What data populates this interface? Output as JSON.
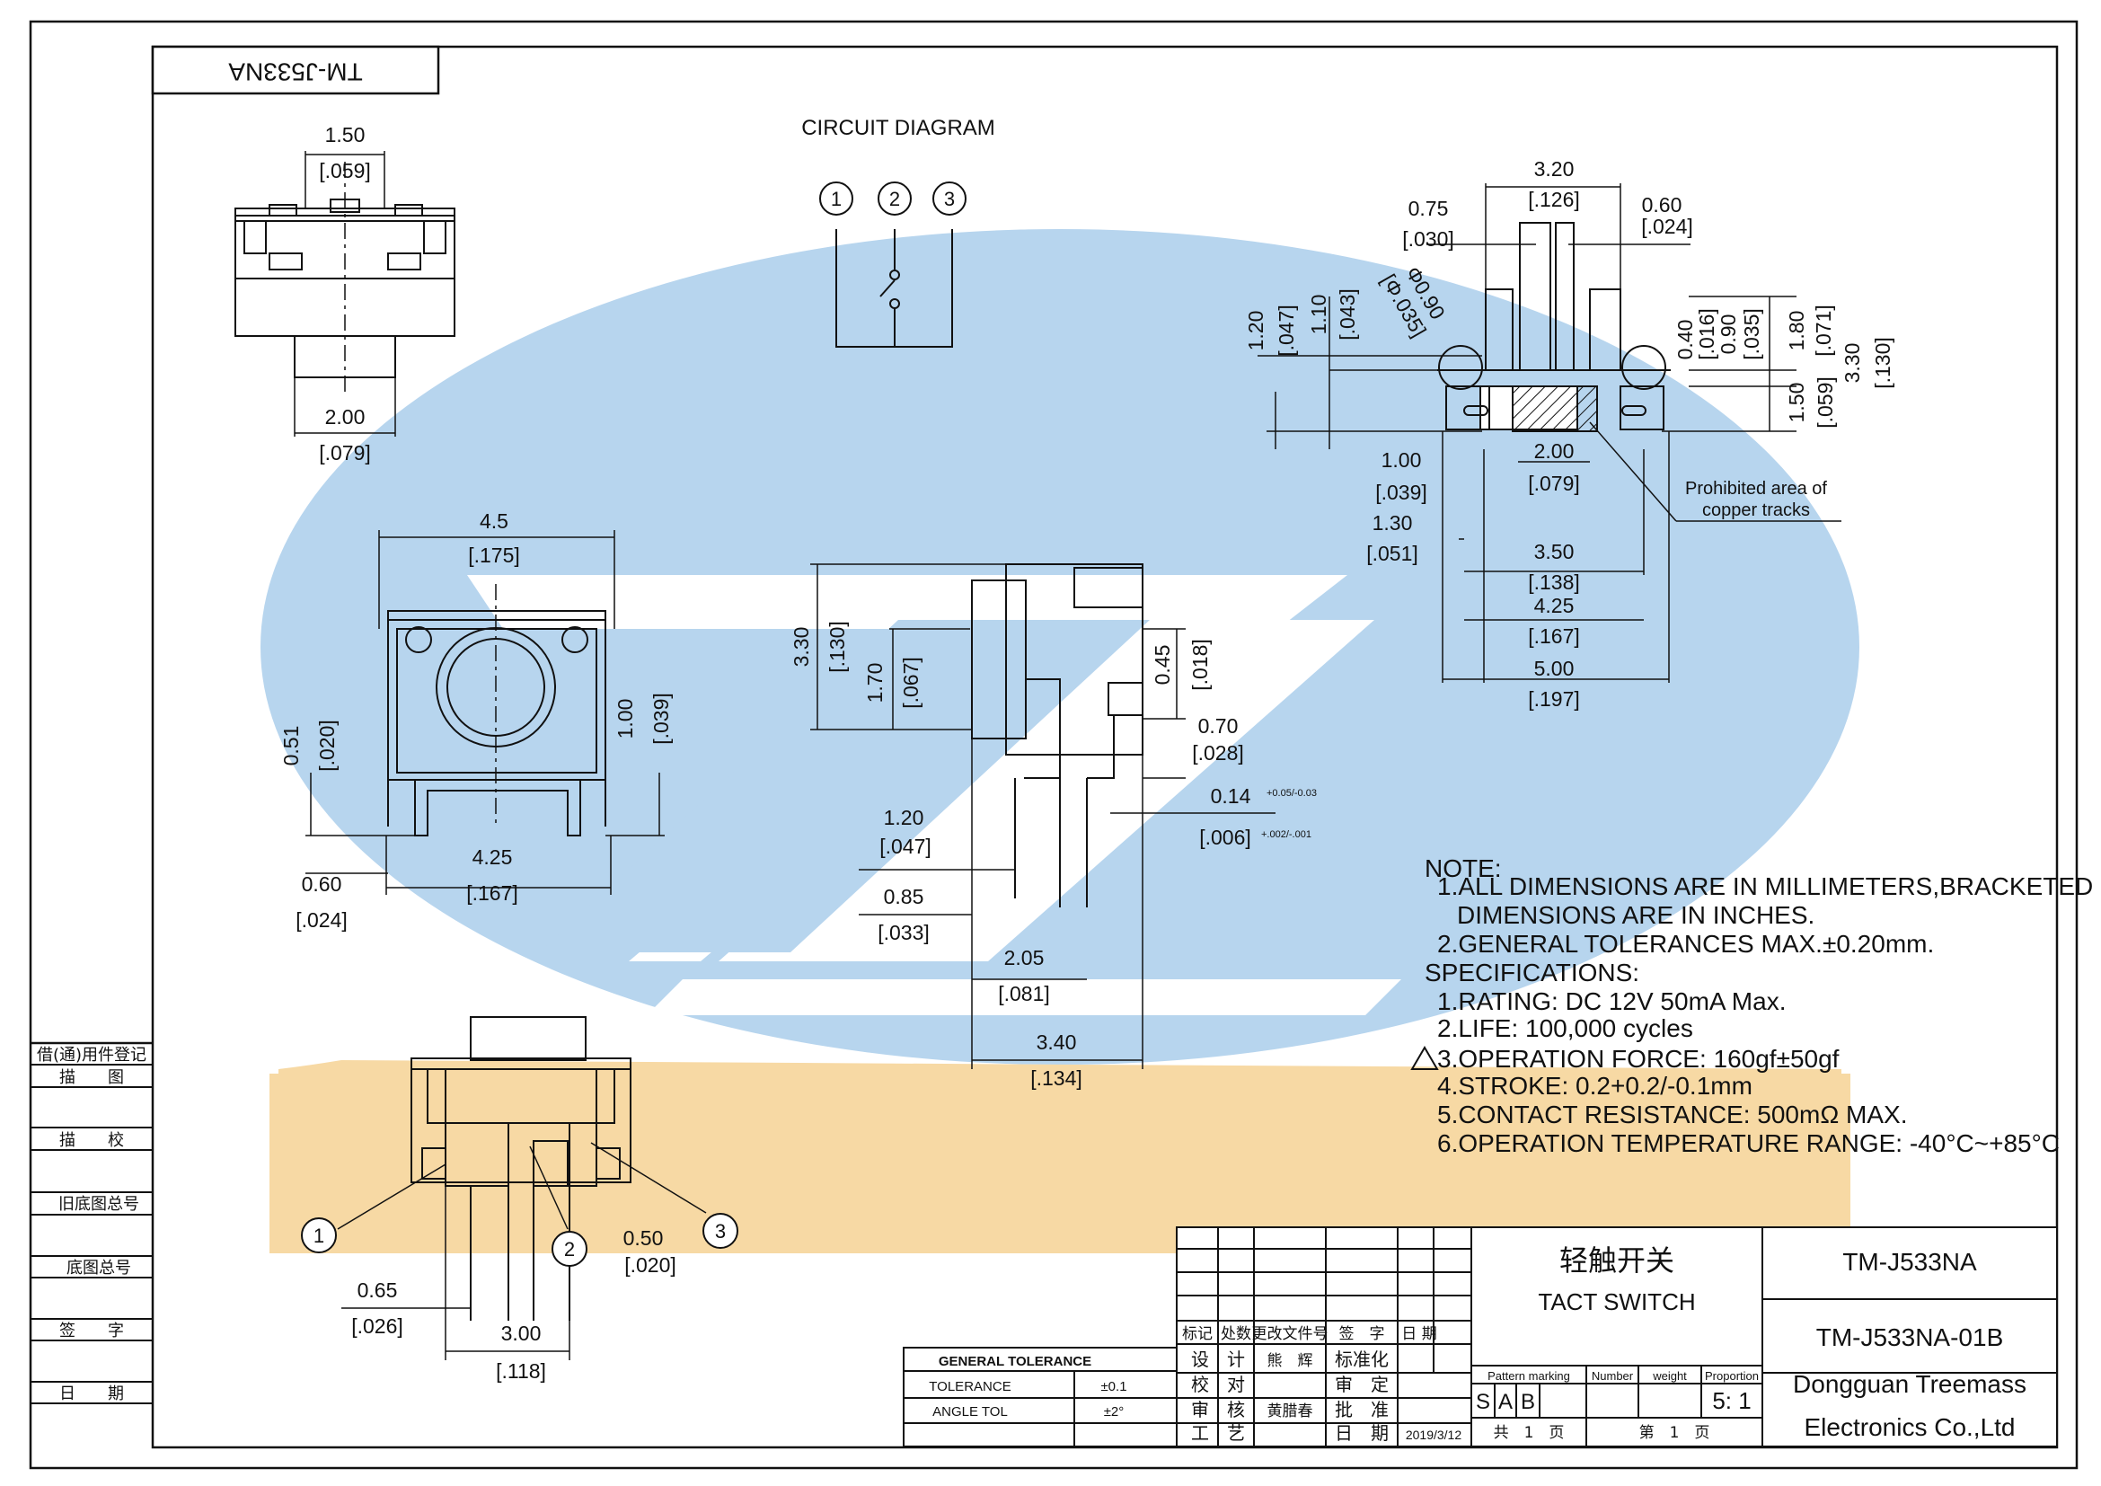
{
  "sheet": {
    "part_label_top": "TM-J533NA",
    "circuit_title": "CIRCUIT DIAGRAM",
    "pins": [
      "1",
      "2",
      "3"
    ],
    "prohibited_note": [
      "Prohibited area of",
      "copper tracks"
    ]
  },
  "top_view": {
    "w1": "1.50",
    "w1_in": "[.059]",
    "w2": "2.00",
    "w2_in": "[.079]"
  },
  "front_view": {
    "width": "4.5",
    "width_in": "[.175]",
    "h1": "0.51",
    "h1_in": "[.020]",
    "h2": "1.00",
    "h2_in": "[.039]",
    "pitch": "4.25",
    "pitch_in": "[.167]",
    "lead": "0.60",
    "lead_in": "[.024]"
  },
  "side_view": {
    "height": "3.30",
    "height_in": "[.130]",
    "h170": "1.70",
    "h170_in": "[.067]",
    "h045": "0.45",
    "h045_in": "[.018]",
    "h070": "0.70",
    "h070_in": "[.028]",
    "t014": "0.14",
    "t014_tol": "+0.05/-0.03",
    "t014_in": "[.006]",
    "t014_in_tol": "+.002/-.001",
    "d120": "1.20",
    "d120_in": "[.047]",
    "d085": "0.85",
    "d085_in": "[.033]",
    "d205": "2.05",
    "d205_in": "[.081]",
    "d340": "3.40",
    "d340_in": "[.134]"
  },
  "pcb_layout": {
    "d320": "3.20",
    "d320_in": "[.126]",
    "d075": "0.75",
    "d075_in": "[.030]",
    "d060": "0.60",
    "d060_in": "[.024]",
    "d120": "1.20",
    "d120_in": "[.047]",
    "d110": "1.10",
    "d110_in": "[.043]",
    "phi": "Φ0.90",
    "phi_in": "[Φ.035]",
    "d040": "0.40",
    "d040_in": "[.016]",
    "d090": "0.90",
    "d090_in": "[.035]",
    "d180": "1.80",
    "d180_in": "[.071]",
    "d330": "3.30",
    "d330_in": "[.130]",
    "d150": "1.50",
    "d150_in": "[.059]",
    "d200": "2.00",
    "d200_in": "[.079]",
    "d100": "1.00",
    "d100_in": "[.039]",
    "d130": "1.30",
    "d130_in": "[.051]",
    "d350": "3.50",
    "d350_in": "[.138]",
    "d425": "4.25",
    "d425_in": "[.167]",
    "d500": "5.00",
    "d500_in": "[.197]"
  },
  "bottom_view": {
    "d065": "0.65",
    "d065_in": "[.026]",
    "d300": "3.00",
    "d300_in": "[.118]",
    "d050": "0.50",
    "d050_in": "[.020]"
  },
  "notes": {
    "heading": "NOTE:",
    "l1a": "1.ALL DIMENSIONS ARE IN MILLIMETERS,BRACKETED",
    "l1b": "DIMENSIONS ARE IN INCHES.",
    "l2": "2.GENERAL TOLERANCES MAX.±0.20mm.",
    "spec_heading": "SPECIFICATIONS:",
    "s1": "1.RATING: DC 12V 50mA Max.",
    "s2": "2.LIFE: 100,000 cycles",
    "s3": "3.OPERATION FORCE:    160gf±50gf",
    "s4": "4.STROKE: 0.2+0.2/-0.1mm",
    "s5": "5.CONTACT RESISTANCE: 500mΩ MAX.",
    "s6": "6.OPERATION TEMPERATURE RANGE: -40°C~+85°C"
  },
  "left_strip": {
    "rows": [
      "借(通)用件登记",
      "描　　图",
      "描　　校",
      "旧底图总号",
      "底图总号",
      "签　　字",
      "日　　期"
    ]
  },
  "title_block": {
    "tol_header": "GENERAL TOLERANCE",
    "tol_label": "TOLERANCE",
    "tol_value": "±0.1",
    "angle_label": "ANGLE TOL",
    "angle_value": "±2°",
    "rev_headers": [
      "标记",
      "处数",
      "更改文件号",
      "签　字",
      "日 期"
    ],
    "roles": [
      "设　计",
      "校　对",
      "审　核",
      "工　艺"
    ],
    "designer": "熊　辉",
    "reviewer": "黄腊春",
    "approvals": [
      "标准化",
      "审　定",
      "批　准",
      "日　期"
    ],
    "date": "2019/3/12",
    "name_cn": "轻触开关",
    "name_en": "TACT SWITCH",
    "pattern_label": "Pattern marking",
    "number_label": "Number",
    "weight_label": "weight",
    "proportion_label": "Proportion",
    "pattern_letters": [
      "S",
      "A",
      "B"
    ],
    "scale": "5: 1",
    "total_pages": "共　1　页",
    "page_no": "第　1　页",
    "model": "TM-J533NA",
    "drawing_no": "TM-J533NA-01B",
    "company_line1": "Dongguan Treemass",
    "company_line2": "Electronics Co.,Ltd"
  },
  "colors": {
    "watermark_blue": "#b7d5ee",
    "watermark_orange": "#f7d9a4",
    "line": "#111111"
  }
}
